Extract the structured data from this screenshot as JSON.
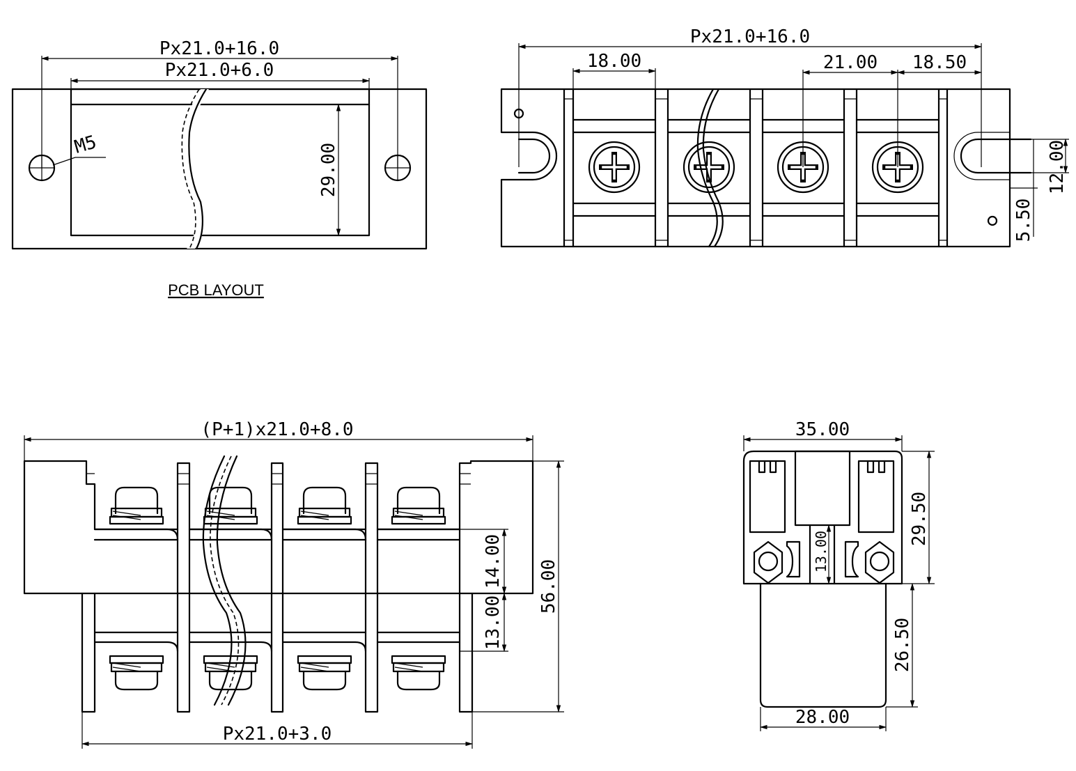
{
  "pcb_layout": {
    "title": "PCB LAYOUT",
    "overall": "Px21.0+16.0",
    "inner": "Px21.0+6.0",
    "height": "29.00",
    "hole": "M5"
  },
  "top_view": {
    "overall": "Px21.0+16.0",
    "left_offset": "18.00",
    "pitch": "21.00",
    "right_offset": "18.50",
    "slot_width": "12.00",
    "slot_offset": "5.50"
  },
  "front_view": {
    "overall": "(P+1)x21.0+8.0",
    "bottom": "Px21.0+3.0",
    "upper": "14.00",
    "lower": "13.00",
    "total": "56.00"
  },
  "side_view": {
    "width": "35.00",
    "upper_height": "29.50",
    "center_height": "13.00",
    "lower_height": "26.50",
    "base_width": "28.00"
  }
}
